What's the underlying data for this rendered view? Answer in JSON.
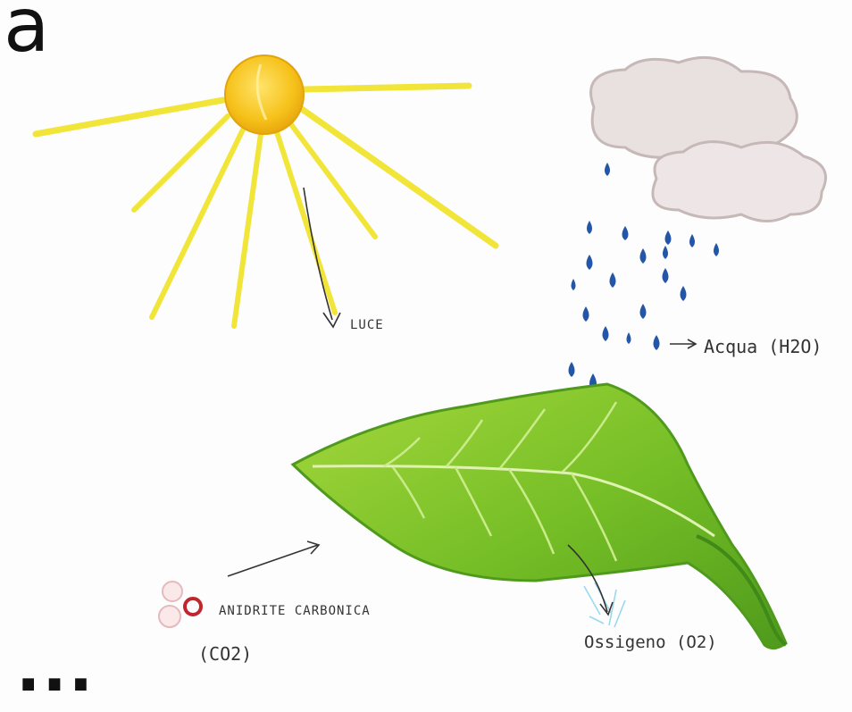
{
  "panel": {
    "letter": "a",
    "continuation": "..."
  },
  "labels": {
    "luce": "LUCE",
    "acqua": "Acqua (H2O)",
    "anidrite": "ANIDRITE CARBONICA",
    "co2": "(CO2)",
    "ossigeno": "Ossigeno (O2)"
  },
  "colors": {
    "sun": "#f6c21a",
    "rays": "#f2e53a",
    "cloud": "#e7dcdc",
    "drop": "#2456a8",
    "leaf": "#7cc42a",
    "leaf_dark": "#4f9a1c",
    "co2_red": "#c0262d",
    "oxygen_glow": "#9ad8ef"
  }
}
